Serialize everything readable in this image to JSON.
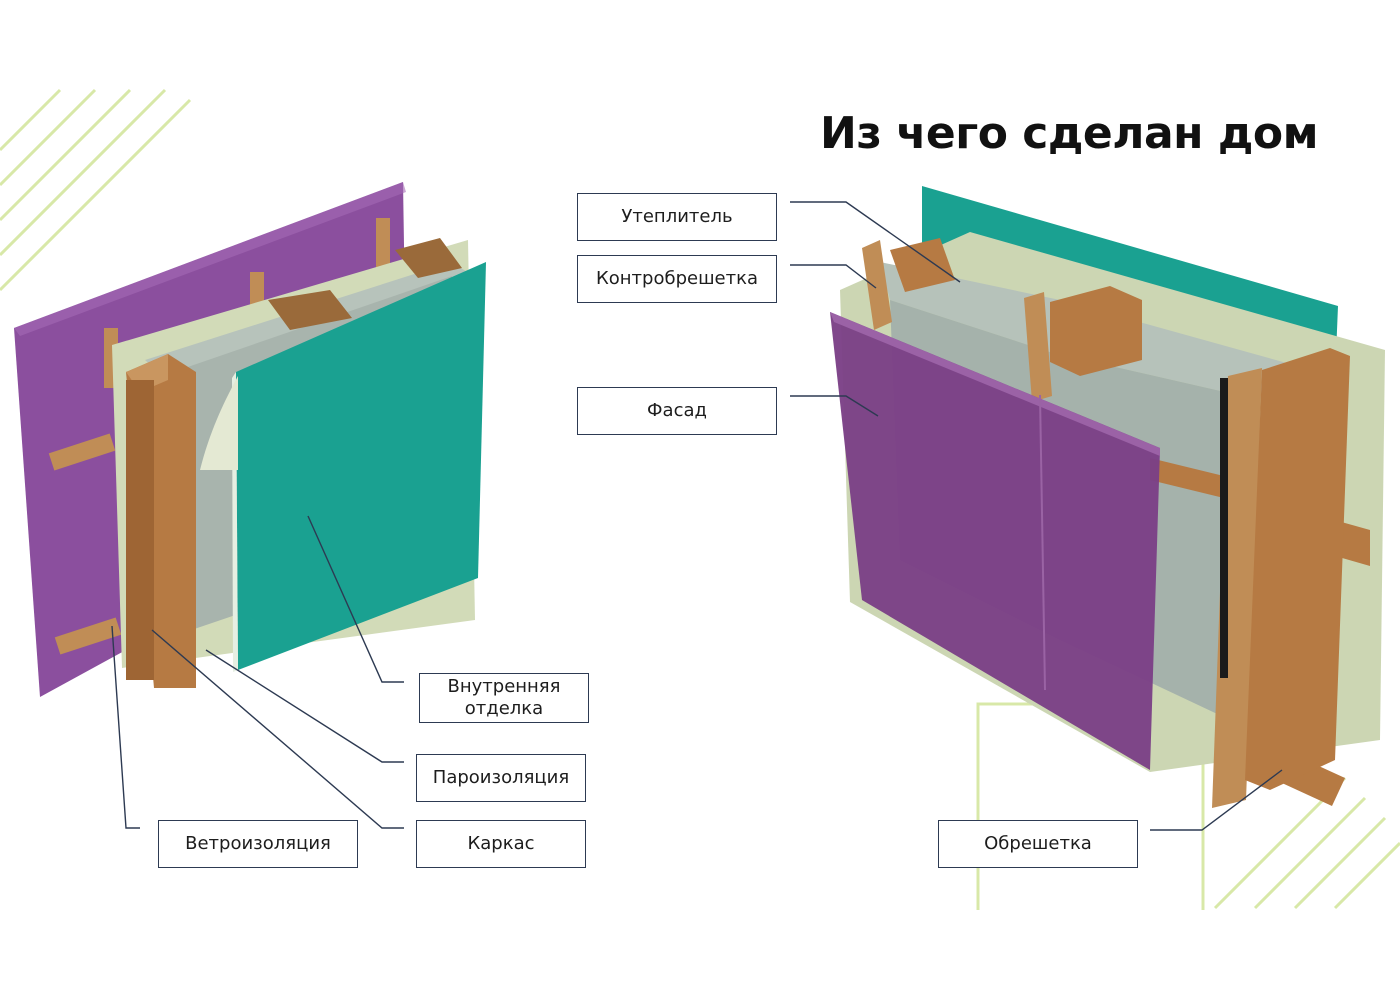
{
  "title": "Из чего сделан дом",
  "labels": {
    "insulation": "Утеплитель",
    "counter_battens": "Контробрешетка",
    "facade": "Фасад",
    "interior_line1": "Внутренняя",
    "interior_line2": "отделка",
    "vapor_barrier": "Пароизоляция",
    "wind_barrier": "Ветроизоляция",
    "frame": "Каркас",
    "battens": "Обрешетка"
  },
  "colors": {
    "accent_lines": "#d4e6a4",
    "purple": "#8a4a99",
    "teal": "#1a9a8b",
    "wood": "#b57a45",
    "membrane": "#cfd9b8",
    "insulation": "#a9b8b0",
    "leader": "#2d3a52"
  }
}
